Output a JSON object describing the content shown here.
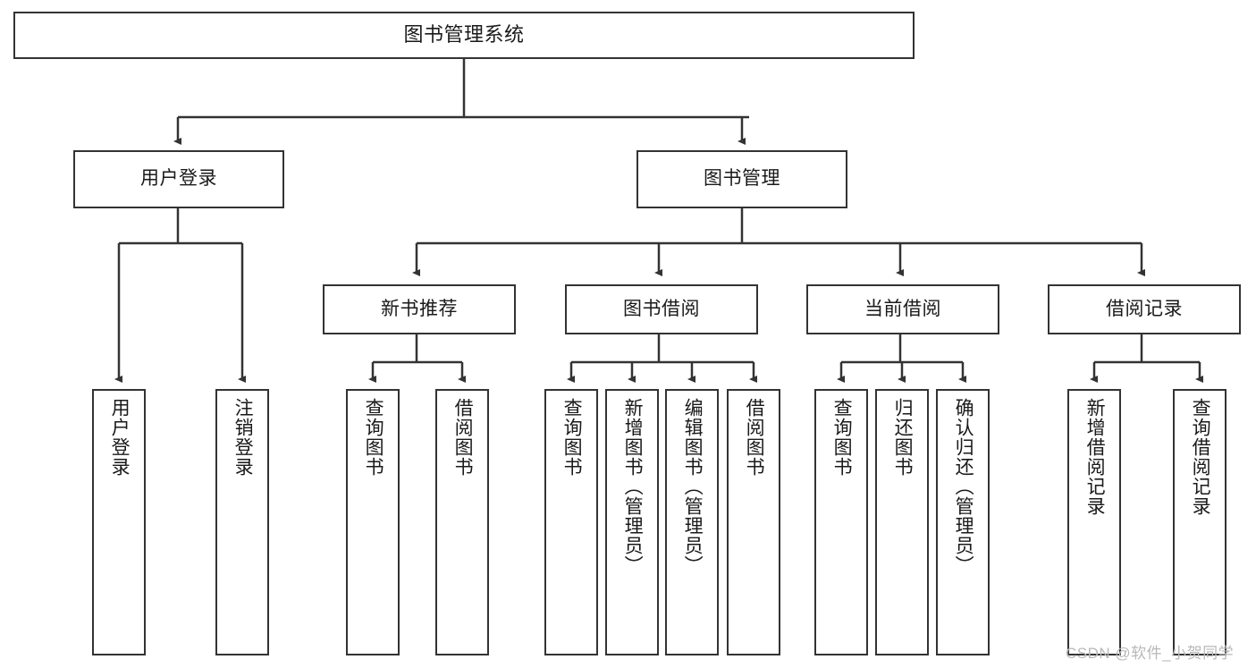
{
  "diagram": {
    "title": "图书管理系统",
    "type": "tree-hierarchy",
    "stroke_color": "#333333",
    "fill_color": "#ffffff",
    "text_color": "#1a1a1a",
    "watermark": "CSDN @软件_小贺同学",
    "nodes": {
      "root": {
        "label": "图书管理系统"
      },
      "level1": [
        {
          "id": "user-login",
          "label": "用户登录"
        },
        {
          "id": "book-manage",
          "label": "图书管理"
        }
      ],
      "level2": [
        {
          "id": "new-book-recommend",
          "label": "新书推荐"
        },
        {
          "id": "book-borrow",
          "label": "图书借阅"
        },
        {
          "id": "current-borrow",
          "label": "当前借阅"
        },
        {
          "id": "borrow-record",
          "label": "借阅记录"
        }
      ],
      "leaves": {
        "user_login": [
          {
            "id": "leaf-user-login",
            "label": "用户登录"
          },
          {
            "id": "leaf-logout-login",
            "label": "注销登录"
          }
        ],
        "new_book_recommend": [
          {
            "id": "leaf-query-book-1",
            "label": "查询图书"
          },
          {
            "id": "leaf-borrow-book-1",
            "label": "借阅图书"
          }
        ],
        "book_borrow": [
          {
            "id": "leaf-query-book-2",
            "label": "查询图书"
          },
          {
            "id": "leaf-add-book",
            "label": "新增图书（管理员）"
          },
          {
            "id": "leaf-edit-book",
            "label": "编辑图书（管理员）"
          },
          {
            "id": "leaf-borrow-book-2",
            "label": "借阅图书"
          }
        ],
        "current_borrow": [
          {
            "id": "leaf-query-book-3",
            "label": "查询图书"
          },
          {
            "id": "leaf-return-book",
            "label": "归还图书"
          },
          {
            "id": "leaf-confirm-return",
            "label": "确认归还（管理员）"
          }
        ],
        "borrow_record": [
          {
            "id": "leaf-add-record",
            "label": "新增借阅记录"
          },
          {
            "id": "leaf-query-record",
            "label": "查询借阅记录"
          }
        ]
      }
    }
  }
}
